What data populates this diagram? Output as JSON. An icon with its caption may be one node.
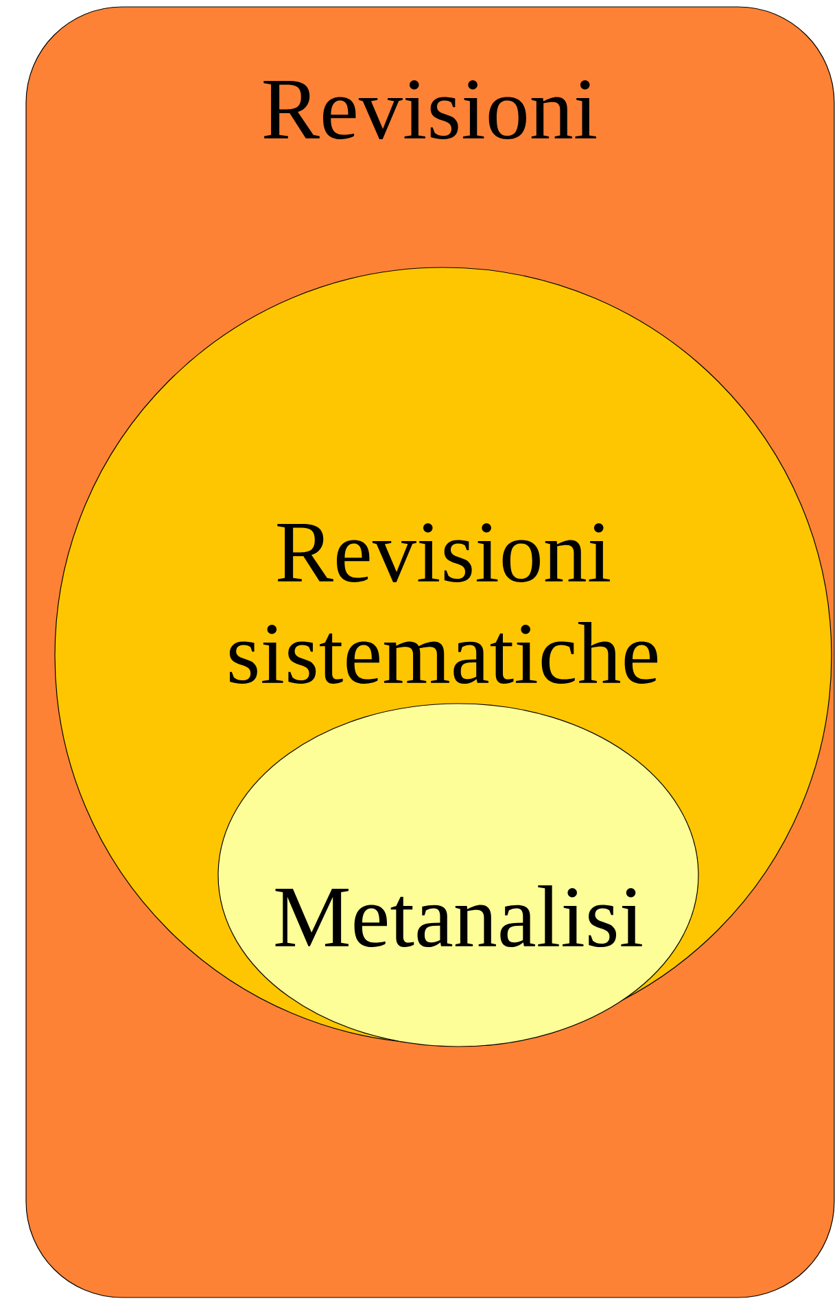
{
  "diagram": {
    "nodes": [
      {
        "text": [
          "Revisioni"
        ]
      },
      {
        "text": [
          "Revisioni sistematiche"
        ],
        "in": 0
      },
      {
        "text": [
          "Metanalisi"
        ],
        "in": 1
      }
    ]
  }
}
